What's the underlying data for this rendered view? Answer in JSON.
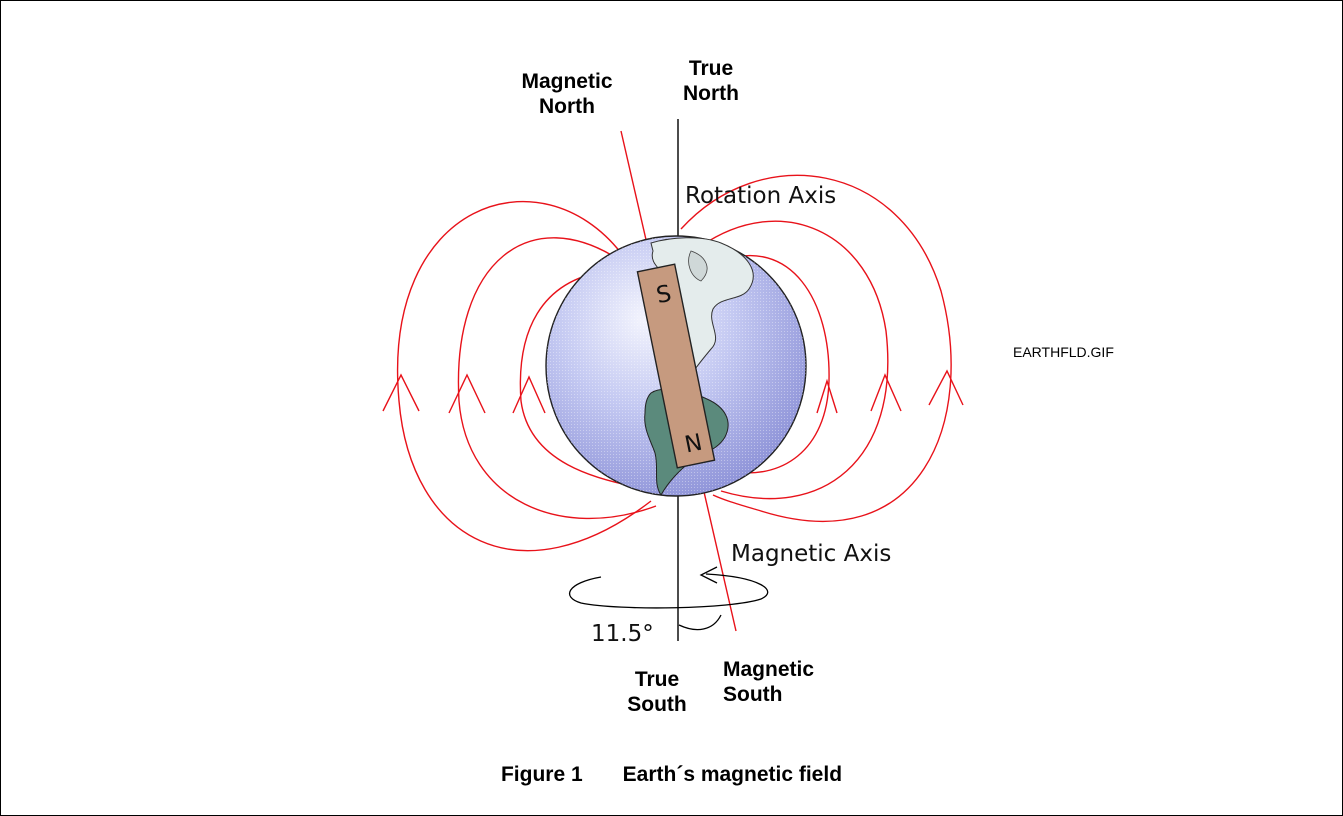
{
  "labels": {
    "magnetic_north": [
      "Magnetic",
      "North"
    ],
    "true_north": [
      "True",
      "North"
    ],
    "rotation_axis": "Rotation Axis",
    "magnetic_axis": "Magnetic Axis",
    "angle": "11.5°",
    "true_south": [
      "True",
      "South"
    ],
    "magnetic_south": [
      "Magnetic",
      "South"
    ],
    "magnet_south_pole": "S",
    "magnet_north_pole": "N"
  },
  "filename": "EARTHFLD.GIF",
  "caption": {
    "number": "Figure 1",
    "title": "Earth´s magnetic field"
  },
  "colors": {
    "field_lines": "#e8121a",
    "globe": "#b8c0f0",
    "magnet": "#c69a7f",
    "continent": "#5b8a7c",
    "ice": "#e4ecec"
  }
}
